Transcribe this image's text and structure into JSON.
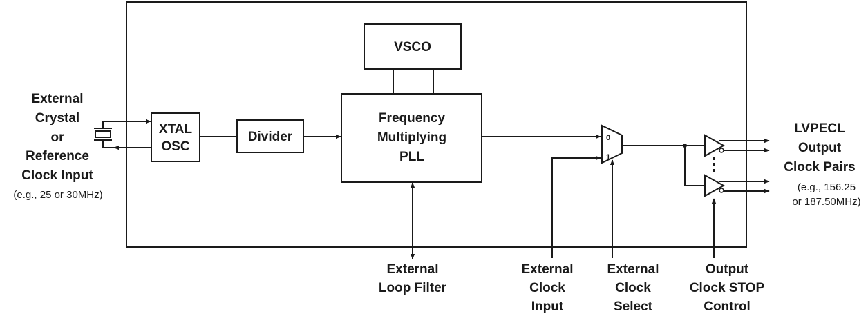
{
  "blocks": {
    "vsco": "VSCO",
    "xtal": [
      "XTAL",
      "OSC"
    ],
    "divider": "Divider",
    "pll": [
      "Frequency",
      "Multiplying",
      "PLL"
    ],
    "mux_inputs": [
      "0",
      "1"
    ]
  },
  "inputs": {
    "crystal": {
      "lines": [
        "External",
        "Crystal",
        "or",
        "Reference",
        "Clock Input"
      ],
      "note": "(e.g., 25 or 30MHz)"
    },
    "loop_filter": [
      "External",
      "Loop Filter"
    ],
    "clock_input": [
      "External",
      "Clock",
      "Input"
    ],
    "clock_select": [
      "External",
      "Clock",
      "Select"
    ],
    "stop_control": [
      "Output",
      "Clock STOP",
      "Control"
    ]
  },
  "outputs": {
    "lvpecl": {
      "lines": [
        "LVPECL",
        "Output",
        "Clock Pairs"
      ],
      "note": [
        "(e.g., 156.25",
        "or 187.50MHz)"
      ]
    }
  }
}
